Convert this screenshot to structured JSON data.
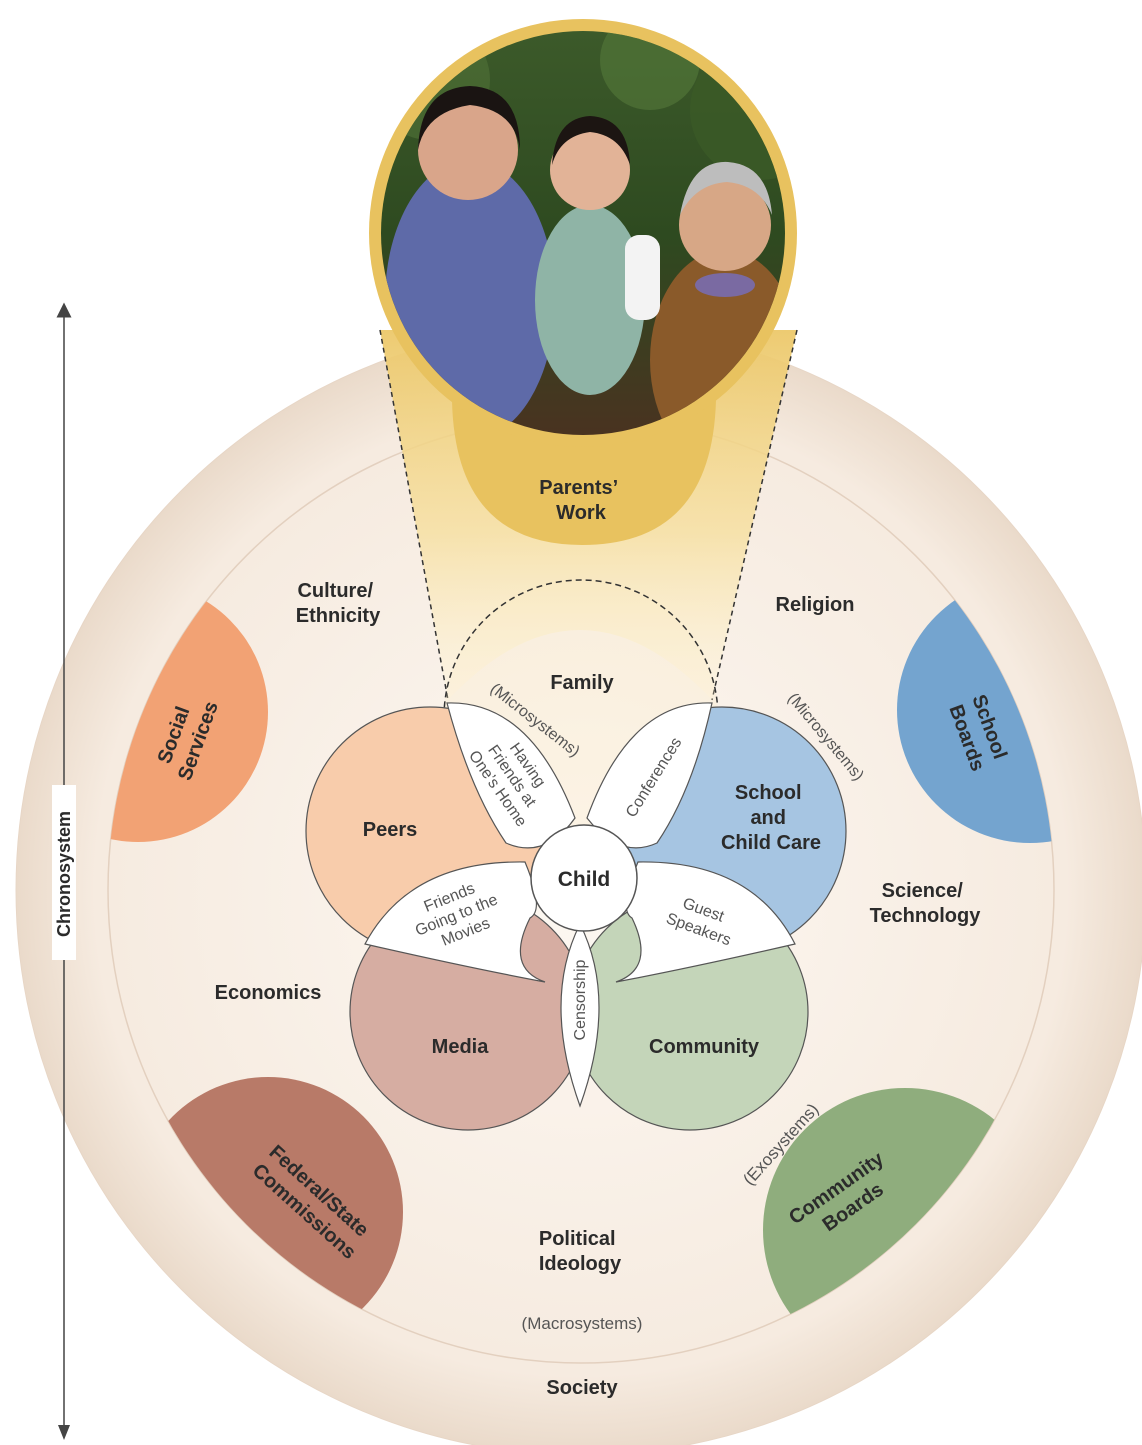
{
  "timeline": {
    "label": "Chronosystem"
  },
  "levels": {
    "society": "Society",
    "macrosystems": "(Macrosystems)",
    "exosystems": "(Exosystems)",
    "microsystems_left": "(Microsystems)",
    "microsystems_right": "(Microsystems)"
  },
  "macro_factors": {
    "culture": [
      "Culture/",
      "Ethnicity"
    ],
    "religion": "Religion",
    "economics": "Economics",
    "science": [
      "Science/",
      "Technology"
    ],
    "political": [
      "Political",
      "Ideology"
    ]
  },
  "exosystems": {
    "social_services": [
      "Social",
      "Services"
    ],
    "school_boards": [
      "School",
      "Boards"
    ],
    "federal": [
      "Federal/State",
      "Commissions"
    ],
    "community_boards": [
      "Community",
      "Boards"
    ],
    "parents_work": [
      "Parents’",
      "Work"
    ]
  },
  "microsystems": {
    "center": "Child",
    "family": "Family",
    "peers": "Peers",
    "school": [
      "School",
      "and",
      "Child Care"
    ],
    "media": "Media",
    "community": "Community"
  },
  "mesosystems": {
    "having_friends": [
      "Having",
      "Friends at",
      "One’s Home"
    ],
    "conferences": "Conferences",
    "friends_movies": [
      "Friends",
      "Going to the",
      "Movies"
    ],
    "guest_speakers": [
      "Guest",
      "Speakers"
    ],
    "censorship": "Censorship"
  },
  "colors": {
    "society_ring": "#f0e2d6",
    "macro_disc": "#fbf4ec",
    "peers": "#f8ccab",
    "school": "#a6c5e2",
    "media": "#d6ada2",
    "community": "#c4d5b9",
    "social_services": "#f2a274",
    "school_boards": "#74a4cf",
    "federal": "#b87a68",
    "community_boards": "#8fad7d",
    "spotlight": "#f1cf7c"
  },
  "photo": {
    "alt": "Family photo: mother, toddler, grandmother"
  }
}
